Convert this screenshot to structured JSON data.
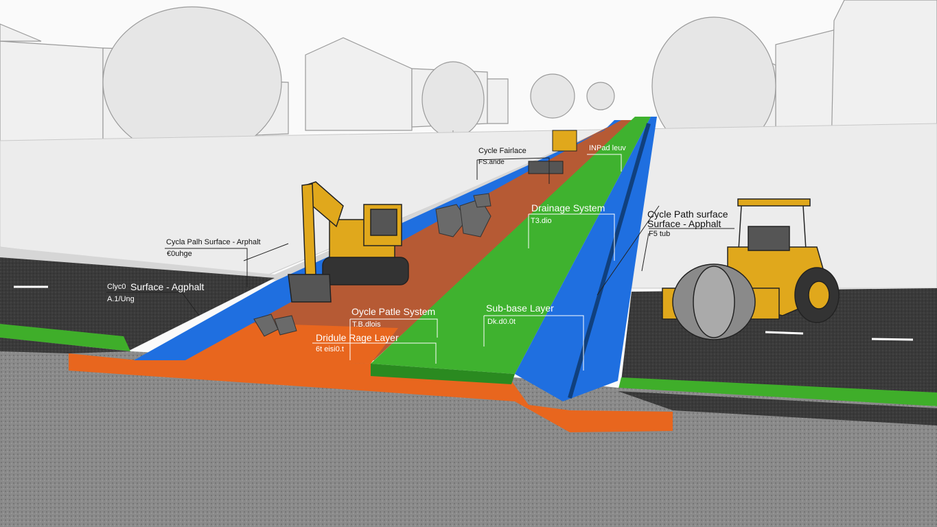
{
  "diagram": {
    "labels": {
      "cycle_path_surface_asphalt_left": "Cycla Palh Surface - Arphalt",
      "left_sub1": "€0uhge",
      "surface_asphalt": "Surface - Agphalt",
      "surface_prefix": "Clyc0",
      "left_sub2": "A.1/Ung",
      "cycle_fairface": "Cycle Fairlace",
      "cycle_fairface_sub": "FS.ande",
      "top_small": "INPad leuv",
      "drainage_system": "Drainage System",
      "drainage_sub": "T3.dio",
      "right_title1": "Cycle Path surface",
      "right_title2": "Surface - Apphalt",
      "right_sub": "F5 tub",
      "cycle_path_system": "Oycle Patle System",
      "cycle_path_system_sub": "T.B.dlois",
      "drainage_layer": "Dridule Rage Layer",
      "drainage_layer_sub": "6t eisi0.t",
      "subbase_layer": "Sub-base Layer",
      "subbase_sub": "Dk.d0.0t"
    },
    "colors": {
      "asphalt": "#3a3a3a",
      "drainage_blue": "#1f6fe0",
      "green_layer": "#3fb22f",
      "orange_layer": "#e8661e",
      "brown_layer": "#b65a34",
      "machine_yellow": "#e0a81c"
    }
  }
}
